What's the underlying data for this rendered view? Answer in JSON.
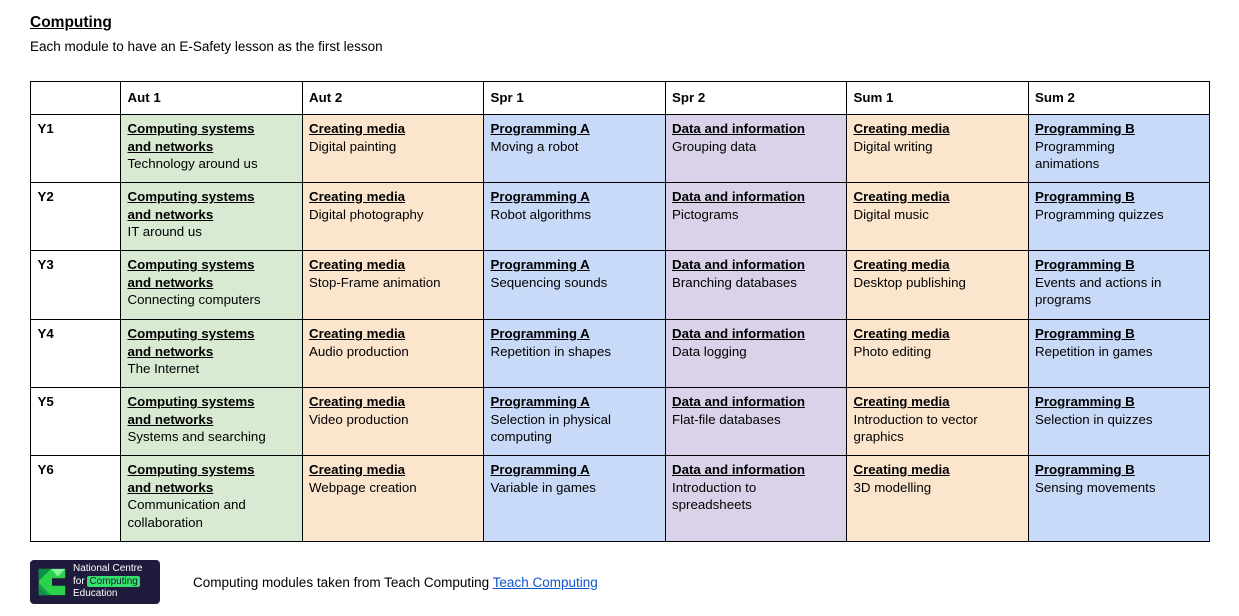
{
  "page": {
    "title": "Computing",
    "subtitle": "Each module to have an E-Safety lesson as the first lesson"
  },
  "colors": {
    "cell_green": "#d9ead3",
    "cell_orange": "#fce5cd",
    "cell_blue": "#c9daf8",
    "cell_purple": "#d9d2e9",
    "link_blue": "#1155cc",
    "logo_bg": "#1e1b3c",
    "logo_green_bright": "#2bd24b",
    "logo_green_dark": "#0f8f46",
    "logo_green_mid": "#17a34a",
    "logo_green_light": "#8af29b",
    "logo_highlight": "#35e06b"
  },
  "table": {
    "columns": [
      "",
      "Aut 1",
      "Aut 2",
      "Spr 1",
      "Spr 2",
      "Sum 1",
      "Sum 2"
    ],
    "column_colors": [
      "",
      "cell_green",
      "cell_orange",
      "cell_blue",
      "cell_purple",
      "cell_orange",
      "cell_blue"
    ],
    "rows": [
      {
        "year": "Y1",
        "cells": [
          {
            "category": "Computing systems\nand networks",
            "topic": "Technology around us"
          },
          {
            "category": "Creating media",
            "topic": "Digital painting"
          },
          {
            "category": "Programming A",
            "topic": "Moving a robot"
          },
          {
            "category": "Data and information",
            "topic": "Grouping data"
          },
          {
            "category": "Creating media",
            "topic": "Digital writing"
          },
          {
            "category": "Programming B",
            "topic": "Programming\nanimations"
          }
        ]
      },
      {
        "year": "Y2",
        "cells": [
          {
            "category": "Computing systems\nand networks",
            "topic": "IT around us"
          },
          {
            "category": "Creating media",
            "topic": "Digital photography"
          },
          {
            "category": "Programming A",
            "topic": "Robot algorithms"
          },
          {
            "category": "Data and information",
            "topic": "Pictograms"
          },
          {
            "category": "Creating media",
            "topic": "Digital music"
          },
          {
            "category": "Programming B",
            "topic": "Programming quizzes"
          }
        ]
      },
      {
        "year": "Y3",
        "cells": [
          {
            "category": "Computing systems\nand networks",
            "topic": "Connecting computers"
          },
          {
            "category": "Creating media",
            "topic": "Stop-Frame animation"
          },
          {
            "category": "Programming A",
            "topic": "Sequencing sounds"
          },
          {
            "category": "Data and information",
            "topic": "Branching databases"
          },
          {
            "category": "Creating media",
            "topic": "Desktop publishing"
          },
          {
            "category": "Programming B",
            "topic": "Events and actions in\nprograms"
          }
        ]
      },
      {
        "year": "Y4",
        "cells": [
          {
            "category": "Computing systems\nand networks",
            "topic": "The Internet"
          },
          {
            "category": "Creating media",
            "topic": "Audio production"
          },
          {
            "category": "Programming A",
            "topic": "Repetition in shapes"
          },
          {
            "category": "Data and information",
            "topic": "Data logging"
          },
          {
            "category": "Creating media",
            "topic": "Photo editing"
          },
          {
            "category": "Programming B",
            "topic": "Repetition in games"
          }
        ]
      },
      {
        "year": "Y5",
        "cells": [
          {
            "category": "Computing systems\nand networks",
            "topic": "Systems and searching"
          },
          {
            "category": "Creating media",
            "topic": "Video production"
          },
          {
            "category": "Programming A",
            "topic": "Selection in physical\ncomputing"
          },
          {
            "category": "Data and information",
            "topic": "Flat-file databases"
          },
          {
            "category": "Creating media",
            "topic": "Introduction to vector\ngraphics"
          },
          {
            "category": "Programming B",
            "topic": "Selection in quizzes"
          }
        ]
      },
      {
        "year": "Y6",
        "cells": [
          {
            "category": "Computing systems\nand networks",
            "topic": "Communication and\ncollaboration"
          },
          {
            "category": "Creating media",
            "topic": "Webpage creation"
          },
          {
            "category": "Programming A",
            "topic": "Variable in games"
          },
          {
            "category": "Data and information",
            "topic": "Introduction to\nspreadsheets"
          },
          {
            "category": "Creating media",
            "topic": "3D modelling"
          },
          {
            "category": "Programming B",
            "topic": "Sensing movements"
          }
        ]
      }
    ]
  },
  "footer": {
    "logo": {
      "line1": "National Centre",
      "line2_prefix": "for ",
      "line2_highlight": "Computing",
      "line3": "Education"
    },
    "note": "Computing modules taken from Teach Computing ",
    "link_label": "Teach Computing"
  }
}
